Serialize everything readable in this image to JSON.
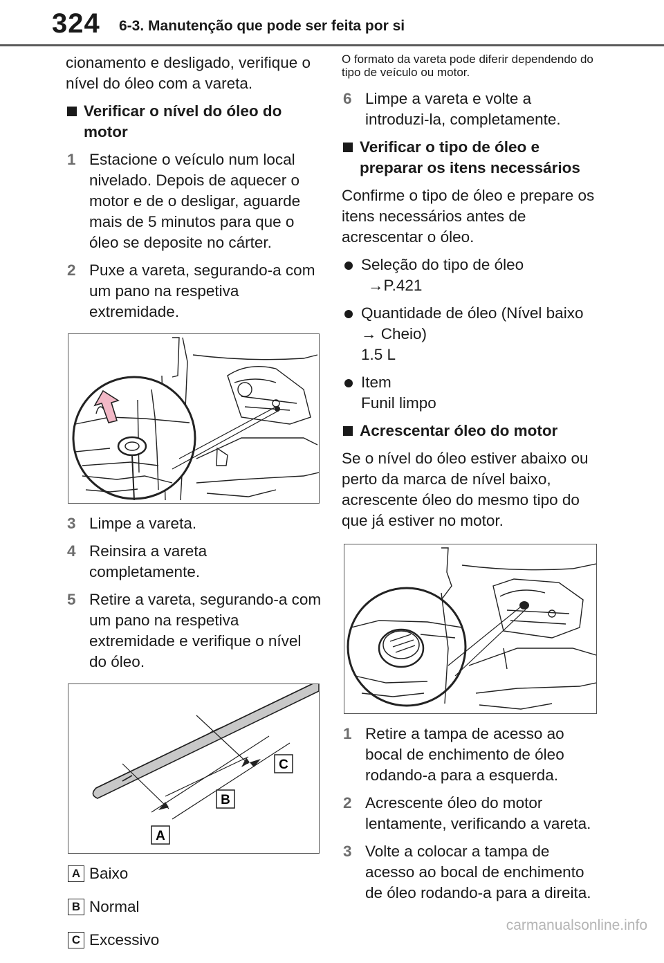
{
  "header": {
    "page_number": "324",
    "section_title": "6-3. Manutenção que pode ser feita por si"
  },
  "left": {
    "intro": "cionamento e desligado, verifique o nível do óleo com a vareta.",
    "heading1": "Verificar o nível do óleo do motor",
    "steps1": [
      {
        "num": "1",
        "text": "Estacione o veículo num local nivelado. Depois de aquecer o motor e de o desligar, aguarde mais de 5 minutos para que o óleo se deposite no cárter."
      },
      {
        "num": "2",
        "text": "Puxe a vareta, segurando-a com um pano na respetiva extremidade."
      }
    ],
    "steps2": [
      {
        "num": "3",
        "text": "Limpe a vareta."
      },
      {
        "num": "4",
        "text": "Reinsira a vareta completamente."
      },
      {
        "num": "5",
        "text": "Retire a vareta, segurando-a com um pano na respetiva extremidade e verifique o nível do óleo."
      }
    ],
    "dipstick_labels": {
      "a": "A",
      "b": "B",
      "c": "C"
    },
    "legend": [
      {
        "key": "A",
        "text": "Baixo"
      },
      {
        "key": "B",
        "text": "Normal"
      },
      {
        "key": "C",
        "text": "Excessivo"
      }
    ]
  },
  "right": {
    "note": "O formato da vareta pode diferir dependendo do tipo de veículo ou motor.",
    "step6": {
      "num": "6",
      "text": "Limpe a vareta e volte a introduzi-la, completamente."
    },
    "heading2": "Verificar o tipo de óleo e preparar os itens necessários",
    "para1": "Confirme o tipo de óleo e prepare os itens necessários antes de acrescentar o óleo.",
    "bullets": [
      {
        "label": "Seleção do tipo de óleo",
        "value": "→P.421"
      },
      {
        "label": "Quantidade de óleo (Nível baixo → Cheio)",
        "value": "1.5 L"
      },
      {
        "label": "Item",
        "value": "Funil limpo"
      }
    ],
    "heading3": "Acrescentar óleo do motor",
    "para2": "Se o nível do óleo estiver abaixo ou perto da marca de nível baixo, acrescente óleo do mesmo tipo do que já estiver no motor.",
    "steps": [
      {
        "num": "1",
        "text": "Retire a tampa de acesso ao bocal de enchimento de óleo rodando-a para a esquerda."
      },
      {
        "num": "2",
        "text": "Acrescente óleo do motor lentamente, verificando a vareta."
      },
      {
        "num": "3",
        "text": "Volte a colocar a tampa de acesso ao bocal de enchimento de óleo rodando-a para a direita."
      }
    ]
  },
  "watermark": "carmanualsonline.info",
  "colors": {
    "accent_arrow": "#f2b8c6",
    "rule": "#5a5a5a"
  }
}
